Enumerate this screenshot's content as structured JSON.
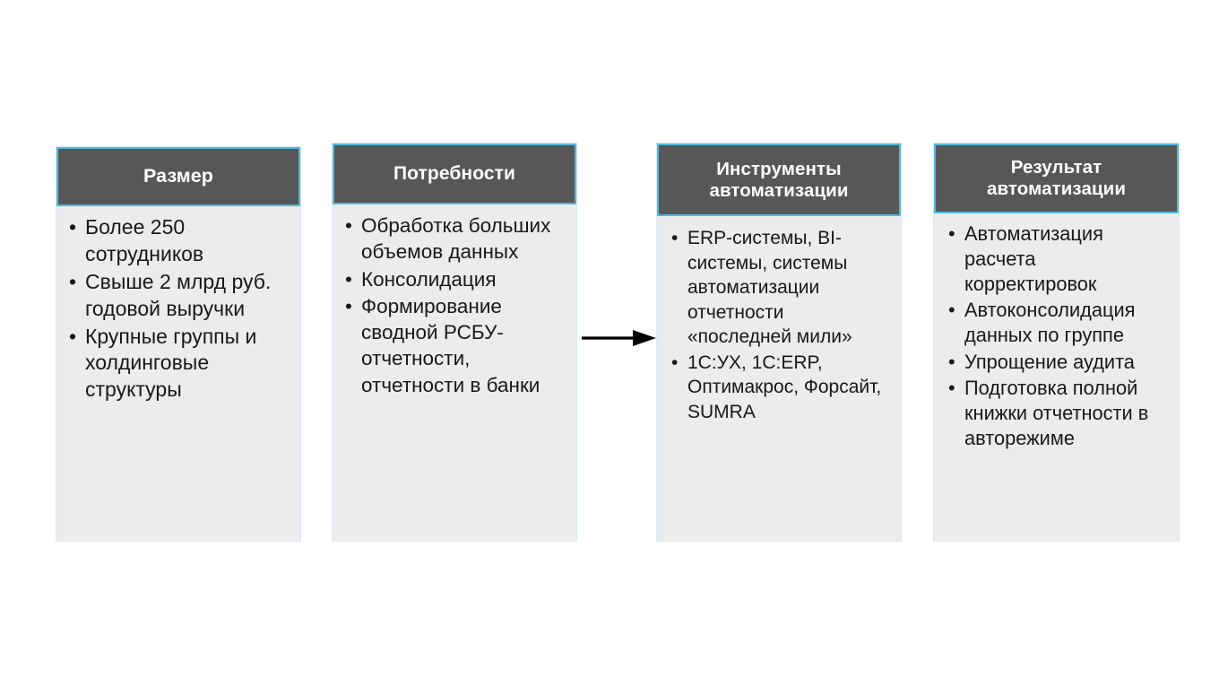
{
  "theme": {
    "page_background": "#ffffff",
    "header_fill": "#575757",
    "header_accent_border": "#4FB9DE",
    "body_fill": "#ececec",
    "body_border": "#dce9f2",
    "text_color": "#181818",
    "header_text_color": "#ffffff",
    "arrow_color": "#000000"
  },
  "diagram": {
    "type": "process-flow",
    "columns": [
      {
        "id": "size",
        "title": "Размер",
        "bullets": [
          "Более 250 сотрудников",
          "Свыше 2 млрд руб. годовой выручки",
          "Крупные группы и холдинговые структуры"
        ]
      },
      {
        "id": "needs",
        "title": "Потребности",
        "bullets": [
          "Обработка больших объемов данных",
          "Консолидация",
          "Формирование сводной РСБУ-отчетности, отчетности в банки"
        ]
      },
      {
        "id": "automation-tools",
        "title": "Инструменты автоматизации",
        "bullets": [
          "ERP-системы, BI-системы, системы автоматизации отчетности «последней мили»",
          "1С:УХ, 1С:ERP, Оптимакрос, Форсайт, SUMRA"
        ]
      },
      {
        "id": "automation-result",
        "title": "Результат автоматизации",
        "bullets": [
          "Автоматизация расчета корректировок",
          "Автоконсолидация данных по группе",
          "Упрощение аудита",
          "Подготовка полной книжки отчетности в авторежиме"
        ]
      }
    ],
    "connectors": [
      {
        "id": "needs-to-tools",
        "icon": "arrow-right-icon",
        "from": "needs",
        "to": "automation-tools"
      }
    ]
  }
}
